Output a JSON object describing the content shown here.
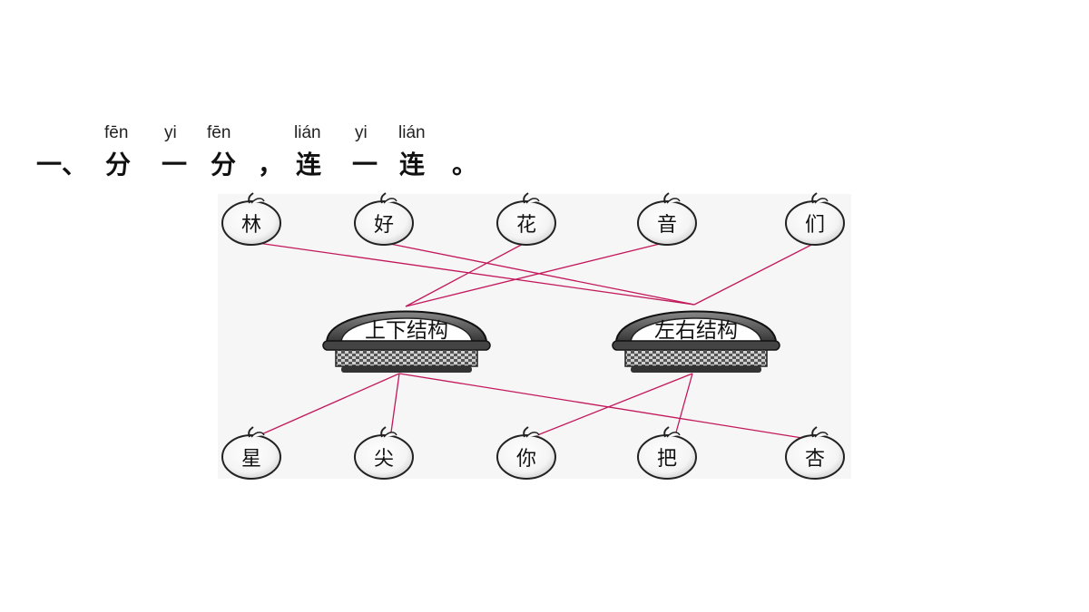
{
  "heading": {
    "prefix": "一、",
    "pinyin": [
      "fēn",
      "yi",
      "fēn",
      "lián",
      "yi",
      "lián"
    ],
    "chars": [
      "分",
      "一",
      "分",
      "，",
      "连",
      "一",
      "连",
      "。"
    ]
  },
  "baskets": [
    {
      "label": "上下结构"
    },
    {
      "label": "左右结构"
    }
  ],
  "apples_top": [
    "林",
    "好",
    "花",
    "音",
    "们"
  ],
  "apples_bottom": [
    "星",
    "尖",
    "你",
    "把",
    "杏"
  ],
  "colors": {
    "line": "#c2185b",
    "ink": "#111111"
  }
}
